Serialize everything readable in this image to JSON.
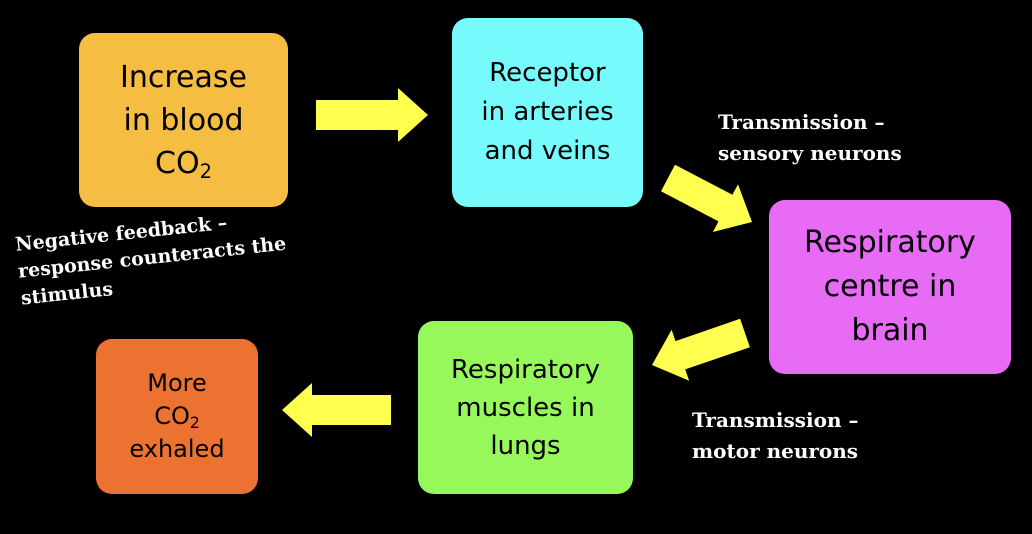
{
  "colors": {
    "background": "#000000",
    "increase_box": "#F6BD43",
    "receptor_box": "#76FAFC",
    "centre_box": "#E86BF5",
    "muscles_box": "#96F85A",
    "more_box": "#EC7232",
    "arrow": "#FFFF4F",
    "label_text": "#FFFFFF"
  },
  "boxes": {
    "increase": {
      "line1": "Increase",
      "line2": "in blood",
      "line3_main": "CO",
      "line3_sub": "2"
    },
    "receptor": {
      "line1": "Receptor",
      "line2": "in arteries",
      "line3": "and veins"
    },
    "centre": {
      "line1": "Respiratory",
      "line2": "centre in",
      "line3": "brain"
    },
    "muscles": {
      "line1": "Respiratory",
      "line2": "muscles in",
      "line3": "lungs"
    },
    "more": {
      "line1": "More",
      "line2_main": "CO",
      "line2_sub": "2",
      "line3": "exhaled"
    }
  },
  "labels": {
    "sensory": {
      "line1": "Transmission –",
      "line2": "sensory neurons"
    },
    "motor": {
      "line1": "Transmission –",
      "line2": "motor neurons"
    },
    "feedback": {
      "line1": "Negative feedback  –",
      "line2": "response counteracts the",
      "line3": "stimulus"
    }
  },
  "arrows": [
    {
      "name": "arrow-increase-to-receptor"
    },
    {
      "name": "arrow-receptor-to-centre"
    },
    {
      "name": "arrow-centre-to-muscles"
    },
    {
      "name": "arrow-muscles-to-more"
    }
  ]
}
